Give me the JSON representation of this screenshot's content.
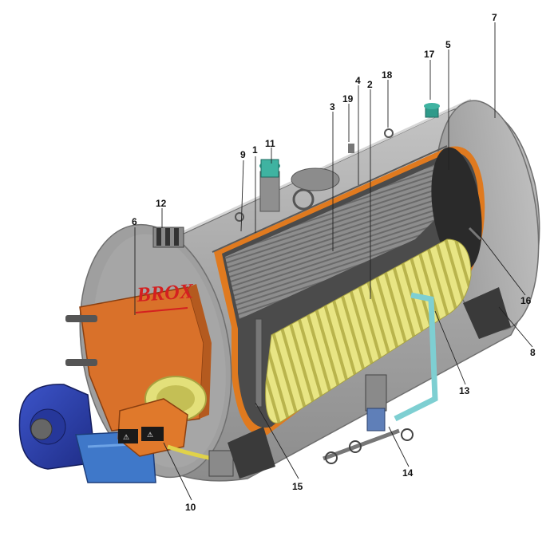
{
  "brand": {
    "text": "BROX",
    "color": "#d42020"
  },
  "colors": {
    "shell": "#a9a9a9",
    "shell_dark": "#8a8a8a",
    "insulation": "#e07a1f",
    "furnace_coil": "#e3e07a",
    "fan_blue": "#2c3fae",
    "door_orange": "#d9712a",
    "pipe_cyan": "#7ecfd2",
    "valve_green": "#2f9a8a"
  },
  "callouts": [
    {
      "id": "1",
      "label": "1"
    },
    {
      "id": "2",
      "label": "2"
    },
    {
      "id": "3",
      "label": "3"
    },
    {
      "id": "4",
      "label": "4"
    },
    {
      "id": "5",
      "label": "5"
    },
    {
      "id": "6",
      "label": "6"
    },
    {
      "id": "7",
      "label": "7"
    },
    {
      "id": "8",
      "label": "8"
    },
    {
      "id": "9",
      "label": "9"
    },
    {
      "id": "10",
      "label": "10"
    },
    {
      "id": "11",
      "label": "11"
    },
    {
      "id": "12",
      "label": "12"
    },
    {
      "id": "13",
      "label": "13"
    },
    {
      "id": "14",
      "label": "14"
    },
    {
      "id": "15",
      "label": "15"
    },
    {
      "id": "16",
      "label": "16"
    },
    {
      "id": "17",
      "label": "17"
    },
    {
      "id": "18",
      "label": "18"
    },
    {
      "id": "19",
      "label": "19"
    }
  ],
  "warning_labels": [
    "⚠",
    "⚠"
  ]
}
